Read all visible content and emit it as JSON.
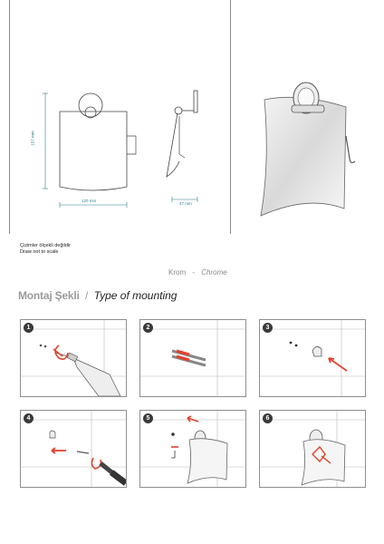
{
  "dimensions": {
    "width": "120 mm",
    "height": "157 mm",
    "depth": "47 mm"
  },
  "notes": {
    "line1": "Çizimler ölçekli değildir",
    "line2": "Draw not to scale"
  },
  "finish": {
    "tr": "Krom",
    "separator": "-",
    "en": "Chrome"
  },
  "mounting": {
    "title_tr": "Montaj Şekli",
    "separator": "/",
    "title_en": "Type of mounting"
  },
  "steps": [
    {
      "number": "1",
      "icon": "drill-icon"
    },
    {
      "number": "2",
      "icon": "wall-plug-icon"
    },
    {
      "number": "3",
      "icon": "wall-bracket-icon"
    },
    {
      "number": "4",
      "icon": "screwdriver-icon"
    },
    {
      "number": "5",
      "icon": "hex-key-icon"
    },
    {
      "number": "6",
      "icon": "cover-paper-icon"
    }
  ],
  "colors": {
    "accent_red": "#e3412c",
    "dimension_teal": "#2e7f86",
    "line_gray": "#8a8a8a"
  }
}
